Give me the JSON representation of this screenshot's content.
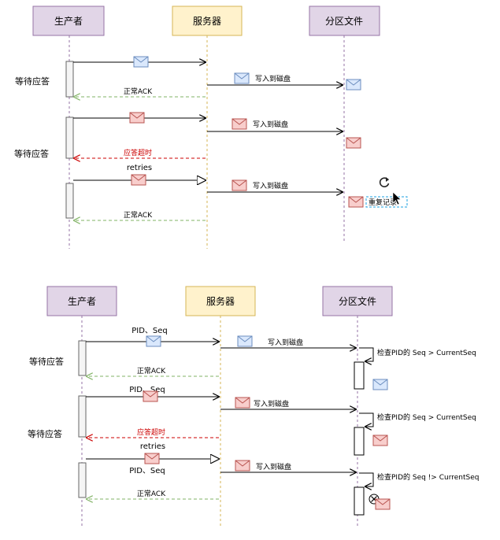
{
  "top": {
    "participants": {
      "producer": "生产者",
      "server": "服务器",
      "partition": "分区文件"
    },
    "wait1": "等待应答",
    "wait2": "等待应答",
    "write1": "写入到磁盘",
    "write2": "写入到磁盘",
    "write3": "写入到磁盘",
    "ack1": "正常ACK",
    "timeout": "应答超时",
    "retries": "retries",
    "ack2": "正常ACK",
    "duplicate": "重复记录"
  },
  "bottom": {
    "participants": {
      "producer": "生产者",
      "server": "服务器",
      "partition": "分区文件"
    },
    "wait1": "等待应答",
    "wait2": "等待应答",
    "pidseq1": "PID、Seq",
    "pidseq2": "PID、Seq",
    "pidseq3": "PID、Seq",
    "write1": "写入到磁盘",
    "write2": "写入到磁盘",
    "write3": "写入到磁盘",
    "check1": "检查PID的 Seq > CurrentSeq",
    "check2": "检查PID的 Seq > CurrentSeq",
    "check3": "检查PID的 Seq !> CurrentSeq",
    "ack1": "正常ACK",
    "timeout": "应答超时",
    "retries": "retries",
    "ack2": "正常ACK"
  },
  "colors": {
    "participant_purple": "#e1d5e7",
    "participant_purple_border": "#9673a6",
    "participant_yellow": "#fff2cc",
    "participant_yellow_border": "#d6b656",
    "lifeline_purple": "#9673a6",
    "lifeline_yellow": "#d6b656",
    "ack_green": "#82b366",
    "timeout_red": "#cc0000",
    "envelope_blue_fill": "#dae8fc",
    "envelope_blue_stroke": "#6c8ebf",
    "envelope_red_fill": "#f8cecc",
    "envelope_red_stroke": "#b85450",
    "activation_fill": "#f5f5f5",
    "activation_stroke": "#666666"
  },
  "icons": [
    "envelope-icon",
    "refresh-icon",
    "mouse-cursor-icon",
    "reject-icon"
  ]
}
